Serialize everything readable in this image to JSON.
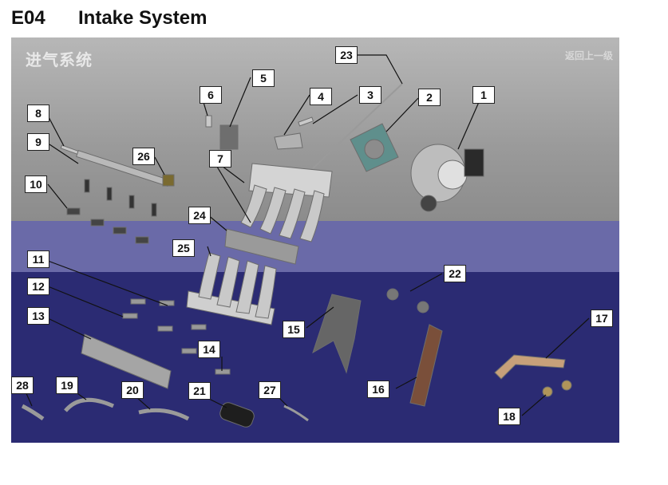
{
  "header": {
    "code": "E04",
    "title": "Intake System"
  },
  "panel": {
    "title": "进气系统",
    "back_link": "返回上一级"
  },
  "callouts": [
    "1",
    "2",
    "3",
    "4",
    "5",
    "6",
    "7",
    "8",
    "9",
    "10",
    "11",
    "12",
    "13",
    "14",
    "15",
    "16",
    "17",
    "18",
    "19",
    "20",
    "21",
    "22",
    "23",
    "24",
    "25",
    "26",
    "27",
    "28"
  ],
  "colors": {
    "top_band": "#a6a6a6",
    "mid_band": "#6a6aa8",
    "bottom_band": "#2b2b73",
    "part_metal": "#c9c9c9",
    "callout_bg": "#ffffff"
  }
}
